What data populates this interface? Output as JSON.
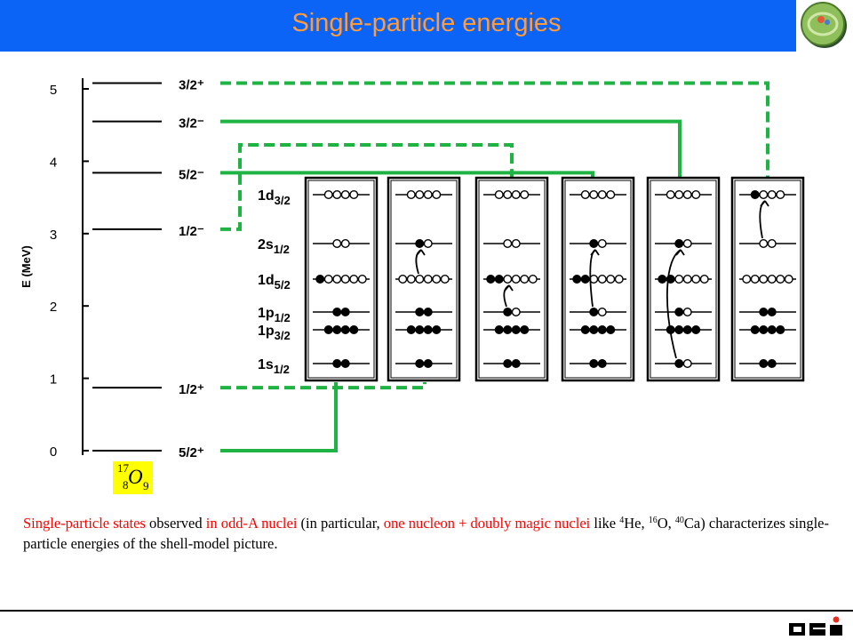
{
  "header": {
    "title": "Single-particle energies"
  },
  "energy_axis": {
    "label": "E (MeV)",
    "ticks": [
      "0",
      "1",
      "2",
      "3",
      "4",
      "5"
    ],
    "min": 0,
    "max": 5
  },
  "levels": [
    {
      "energy": 0.0,
      "label": "5/2⁺",
      "line": "solid",
      "column": 1
    },
    {
      "energy": 0.87,
      "label": "1/2⁺",
      "line": "dashed",
      "column": 2
    },
    {
      "energy": 3.06,
      "label": "1/2⁻",
      "line": "dashed",
      "column": 3
    },
    {
      "energy": 3.84,
      "label": "5/2⁻",
      "line": "solid",
      "column": 4
    },
    {
      "energy": 4.55,
      "label": "3/2⁻",
      "line": "solid",
      "column": 5
    },
    {
      "energy": 5.08,
      "label": "3/2⁺",
      "line": "dashed",
      "column": 6
    }
  ],
  "orbitals": [
    {
      "n": "1",
      "l": "d",
      "j": "3/2"
    },
    {
      "n": "2",
      "l": "s",
      "j": "1/2"
    },
    {
      "n": "1",
      "l": "d",
      "j": "5/2"
    },
    {
      "n": "1",
      "l": "p",
      "j": "1/2"
    },
    {
      "n": "1",
      "l": "p",
      "j": "3/2"
    },
    {
      "n": "1",
      "l": "s",
      "j": "1/2"
    }
  ],
  "columns": [
    {
      "filled": [
        0,
        0,
        1,
        2,
        4,
        2
      ],
      "arrow": null
    },
    {
      "filled": [
        0,
        1,
        0,
        2,
        4,
        2
      ],
      "arrow": {
        "from": 2,
        "to": 1
      }
    },
    {
      "filled": [
        0,
        0,
        2,
        1,
        4,
        2
      ],
      "arrow": {
        "from": 3,
        "to": 2
      }
    },
    {
      "filled": [
        0,
        1,
        2,
        1,
        4,
        2
      ],
      "arrow": {
        "from": 3,
        "to": 1
      }
    },
    {
      "filled": [
        0,
        1,
        2,
        1,
        4,
        1
      ],
      "arrow": {
        "from": 5,
        "to": 1
      }
    },
    {
      "filled": [
        1,
        0,
        0,
        2,
        4,
        2
      ],
      "arrow": {
        "from": 1,
        "to": 0
      }
    }
  ],
  "nucleus": {
    "A": "17",
    "Z": "8",
    "N": "9",
    "symbol": "O"
  },
  "caption": {
    "p1": "Single-particle states",
    "p2": " observed ",
    "p3": "in odd-A nuclei",
    "p4": " (in particular, ",
    "p5": "one nucleon + doubly magic nuclei",
    "p6": " like ",
    "he_mass": "4",
    "p7": "He, ",
    "o_mass": "16",
    "p8": "O, ",
    "ca_mass": "40",
    "p9": "Ca) characterizes single-particle energies of the shell-model picture."
  },
  "footer": {
    "logo_text": "GSI"
  },
  "colors": {
    "header": "#0b64f6",
    "title": "#ff9b3a",
    "connector": "#1fb344",
    "highlight": "#ff0000",
    "nucleus_box": "#ffff00"
  }
}
